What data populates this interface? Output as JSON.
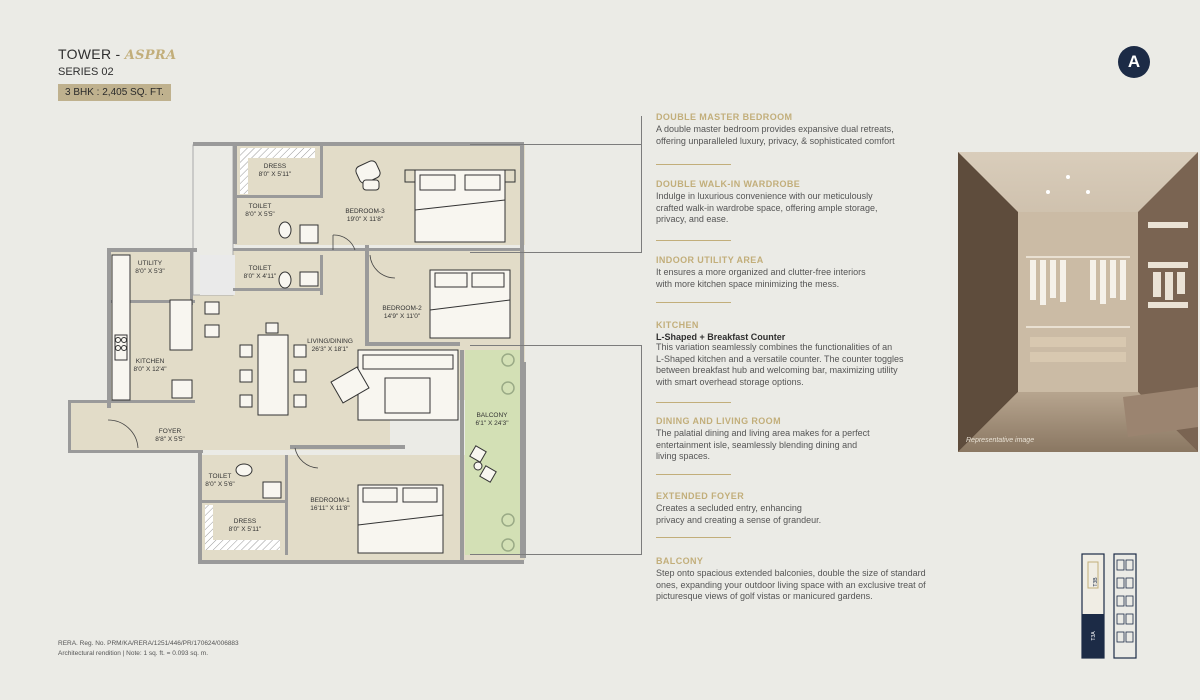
{
  "header": {
    "tower_prefix": "TOWER - ",
    "tower_name": "ASPRA",
    "series": "SERIES 02",
    "config": "3 BHK : 2,405 SQ. FT."
  },
  "logo_letter": "A",
  "rooms": {
    "dress_top": {
      "name": "DRESS",
      "dim": "8'0\" X 5'11\""
    },
    "bedroom3": {
      "name": "BEDROOM-3",
      "dim": "19'0\" X 11'8\""
    },
    "toilet_top": {
      "name": "TOILET",
      "dim": "8'0\" X 5'5\""
    },
    "utility": {
      "name": "UTILITY",
      "dim": "8'0\" X 5'3\""
    },
    "toilet_mid": {
      "name": "TOILET",
      "dim": "8'0\" X 4'11\""
    },
    "bedroom2": {
      "name": "BEDROOM-2",
      "dim": "14'9\" X 11'0\""
    },
    "kitchen": {
      "name": "KITCHEN",
      "dim": "8'0\" X 12'4\""
    },
    "living": {
      "name": "LIVING/DINING",
      "dim": "26'3\" X 18'1\""
    },
    "foyer": {
      "name": "FOYER",
      "dim": "8'8\" X 5'5\""
    },
    "balcony": {
      "name": "BALCONY",
      "dim": "6'1\" X 24'3\""
    },
    "toilet_bot": {
      "name": "TOILET",
      "dim": "8'0\" X 5'6\""
    },
    "bedroom1": {
      "name": "BEDROOM-1",
      "dim": "16'11\" X 11'8\""
    },
    "dress_bot": {
      "name": "DRESS",
      "dim": "8'0\" X 5'11\""
    }
  },
  "features": [
    {
      "title": "DOUBLE MASTER BEDROOM",
      "subtitle": "",
      "lines": [
        "A double master bedroom provides expansive dual retreats,",
        "offering unparalleled luxury, privacy, & sophisticated comfort"
      ]
    },
    {
      "title": "DOUBLE WALK-IN WARDROBE",
      "subtitle": "",
      "lines": [
        "Indulge in luxurious convenience with our meticulously",
        "crafted walk-in wardrobe space, offering ample storage,",
        "privacy, and ease."
      ]
    },
    {
      "title": "INDOOR UTILITY AREA",
      "subtitle": "",
      "lines": [
        "It ensures a more organized and clutter-free interiors",
        "with more kitchen space minimizing the mess."
      ]
    },
    {
      "title": "KITCHEN",
      "subtitle": "L-Shaped + Breakfast Counter",
      "lines": [
        "This variation seamlessly combines the functionalities of an",
        "L-Shaped kitchen and a versatile counter. The counter toggles",
        "between breakfast hub and welcoming bar, maximizing utility",
        "with smart overhead storage options."
      ]
    },
    {
      "title": "DINING AND LIVING ROOM",
      "subtitle": "",
      "lines": [
        "The palatial dining and living area makes for a perfect",
        "entertainment isle, seamlessly blending dining and",
        "living spaces."
      ]
    },
    {
      "title": "EXTENDED FOYER",
      "subtitle": "",
      "lines": [
        "Creates a secluded entry, enhancing",
        "privacy and creating a sense of grandeur."
      ]
    },
    {
      "title": "BALCONY",
      "subtitle": "",
      "lines": [
        "Step onto spacious extended balconies, double the size of standard",
        "ones, expanding your outdoor living space with an exclusive treat of",
        "picturesque views of golf vistas or manicured gardens."
      ]
    }
  ],
  "photo_caption": "Representative image",
  "keyplan_labels": [
    "T3B",
    "T3A"
  ],
  "footer": {
    "rera": "RERA. Reg. No. PRM/KA/RERA/1251/446/PR/170624/006883",
    "note": "Architectural rendition  |  Note: 1 sq. ft. = 0.093 sq. m."
  },
  "colors": {
    "room_fill": "#e2dcc8",
    "balcony_fill": "#d3e0b5",
    "accent": "#c2ae7a",
    "navy": "#1c2b46"
  }
}
